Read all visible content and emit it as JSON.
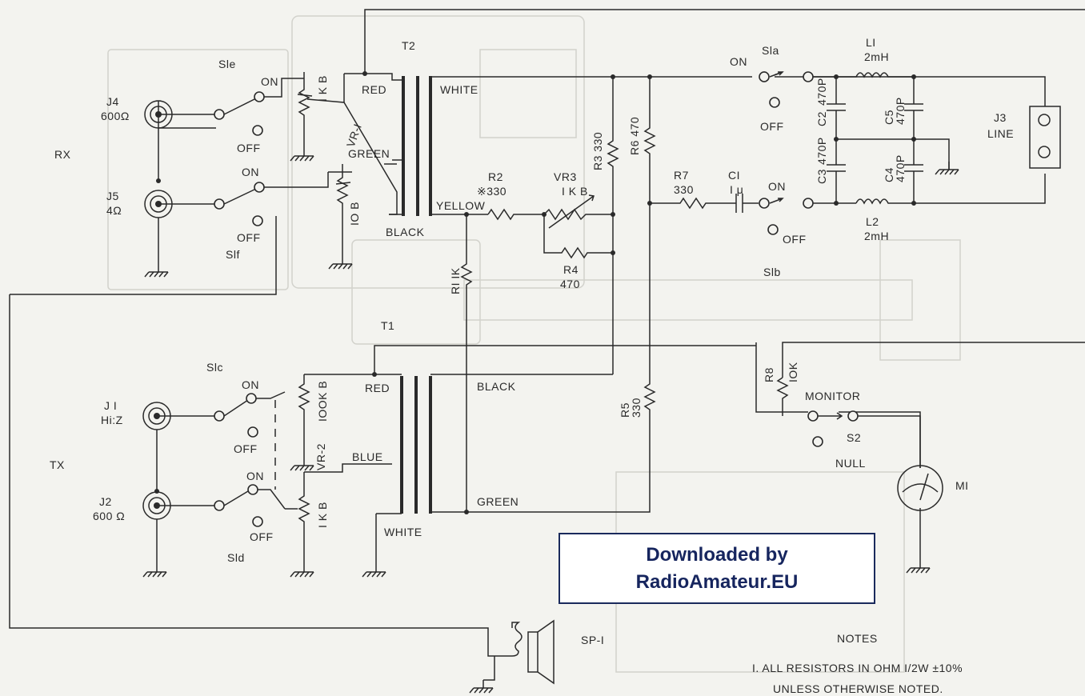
{
  "labels": {
    "t2": "T2",
    "t1": "T1",
    "s1e": "Sle",
    "s1f": "Slf",
    "s1c": "Slc",
    "s1d": "Sld",
    "s1a": "Sla",
    "s1b": "Slb",
    "s2": "S2",
    "on": "ON",
    "off": "OFF",
    "rx": "RX",
    "tx": "TX",
    "j4": "J4",
    "j4_val": "600Ω",
    "j5": "J5",
    "j5_val": "4Ω",
    "j1": "J I",
    "j1_val": "Hi:Z",
    "j2": "J2",
    "j2_val": "600 Ω",
    "j3": "J3",
    "j3_val": "LINE",
    "vr1": "VR-I",
    "vr1_top": "I K B",
    "vr1_bot": "IO B",
    "vr2": "VR-2",
    "vr2_top": "IOOK B",
    "vr2_bot": "I K B",
    "red": "RED",
    "white": "WHITE",
    "green": "GREEN",
    "black": "BLACK",
    "yellow": "YELLOW",
    "blue": "BLUE",
    "r1": "RI IK",
    "r2": "R2",
    "r2_val": "※330",
    "vr3": "VR3",
    "vr3_val": "I K  B",
    "r3": "R3 330",
    "r4": "R4",
    "r4_val": "470",
    "r5": "R5",
    "r5_val": "330",
    "r6": "R6 470",
    "r7": "R7",
    "r7_val": "330",
    "r8": "R8",
    "r8_val": "IOK",
    "c1": "CI",
    "c1_val": "I μ",
    "c2": "C2",
    "c3": "C3",
    "c4": "C4",
    "c5": "C5",
    "cap_val": "470P",
    "l1": "LI",
    "l2": "L2",
    "ind_val": "2mH",
    "monitor": "MONITOR",
    "null": "NULL",
    "m1": "MI",
    "sp1": "SP-I",
    "notes": "NOTES",
    "note1": "I.  ALL   RESISTORS  IN  OHM   I/2W  ±10%",
    "note2": "UNLESS   OTHERWISE  NOTED."
  },
  "watermark": {
    "line1": "Downloaded by",
    "line2": "RadioAmateur.EU"
  }
}
